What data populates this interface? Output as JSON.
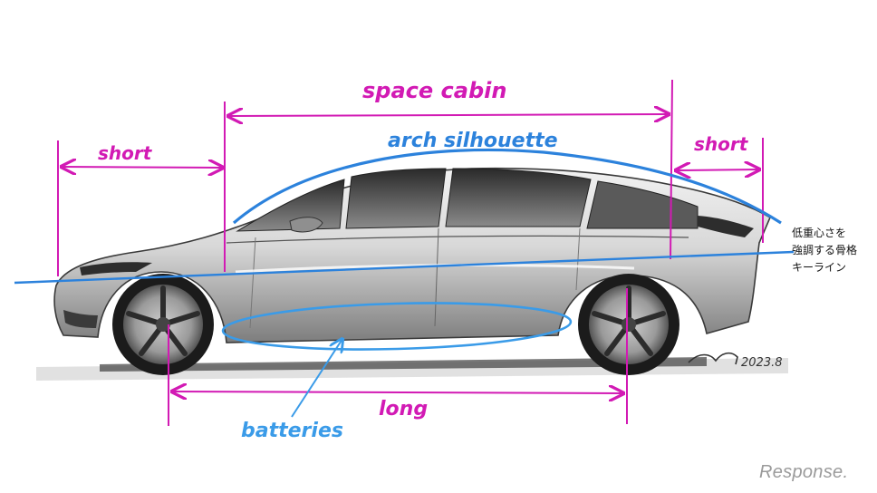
{
  "annotations": {
    "space_cabin": "space cabin",
    "arch_silhouette": "arch silhouette",
    "short_front": "short",
    "short_rear": "short",
    "long": "long",
    "batteries": "batteries"
  },
  "signature": {
    "date": "2023.8"
  },
  "note_lines": [
    "低重心さを",
    "強調する骨格",
    "キーライン"
  ],
  "brand": {
    "logo": "Response."
  },
  "colors": {
    "magenta": "#d21ab4",
    "blue": "#2c82dc",
    "light_blue": "#3a9be8"
  }
}
